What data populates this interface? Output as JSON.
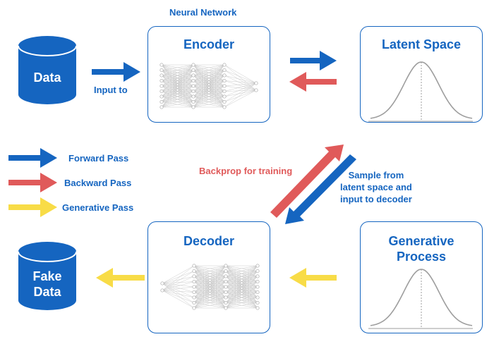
{
  "colors": {
    "primary_blue": "#1565c0",
    "backward_red": "#e05a5a",
    "generative_yellow": "#f8dc47",
    "network_gray": "#b0b0b0",
    "curve_gray": "#9e9e9e"
  },
  "header": {
    "neural_network_label": "Neural Network"
  },
  "data_store": {
    "label": "Data"
  },
  "fake_data_store": {
    "line1": "Fake",
    "line2": "Data"
  },
  "input_label": "Input to",
  "encoder": {
    "title": "Encoder"
  },
  "latent_space": {
    "title": "Latent Space"
  },
  "decoder": {
    "title": "Decoder"
  },
  "generative_process": {
    "line1": "Generative",
    "line2": "Process"
  },
  "backprop_label": "Backprop for training",
  "sample_label": {
    "line1": "Sample from",
    "line2": "latent space and",
    "line3": "input to decoder"
  },
  "legend": [
    {
      "label": "Forward Pass",
      "color": "#1565c0",
      "icon": "arrow-right-icon"
    },
    {
      "label": "Backward Pass",
      "color": "#e05a5a",
      "icon": "arrow-right-icon"
    },
    {
      "label": "Generative Pass",
      "color": "#f8dc47",
      "icon": "arrow-right-icon"
    }
  ]
}
